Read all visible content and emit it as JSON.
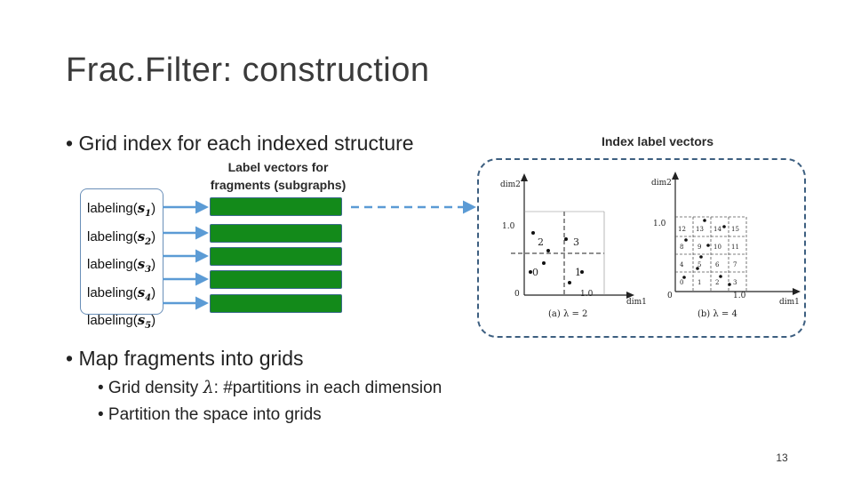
{
  "slide": {
    "title": "Frac.Filter: construction",
    "bullets": {
      "grid_index": "• Grid index for each indexed structure",
      "map_fragments": "• Map fragments into grids",
      "grid_density_prefix": "• Grid density ",
      "grid_density_symbol": "λ",
      "grid_density_suffix": ": #partitions in each dimension",
      "partition": "• Partition the space into grids"
    },
    "page_number": "13"
  },
  "captions": {
    "label_vectors_line1": "Label vectors for",
    "label_vectors_line2": "fragments (subgraphs)",
    "index_label_vectors": "Index label vectors"
  },
  "labeling": {
    "prefix": "labeling(",
    "suffix": ")",
    "items": [
      {
        "var": "s",
        "sub": "1"
      },
      {
        "var": "s",
        "sub": "2"
      },
      {
        "var": "s",
        "sub": "3"
      },
      {
        "var": "s",
        "sub": "4"
      },
      {
        "var": "s",
        "sub": "5"
      }
    ]
  },
  "grid_a": {
    "y_axis": "dim2",
    "x_axis": "dim1",
    "y_tick": "1.0",
    "x_tick": "1.0",
    "origin": "0",
    "cells": [
      "0",
      "1",
      "2",
      "3"
    ],
    "caption": "(a)  λ = 2",
    "lambda": 2
  },
  "grid_b": {
    "y_axis": "dim2",
    "x_axis": "dim1",
    "y_tick": "1.0",
    "x_tick": "1.0",
    "origin": "0",
    "cells": [
      "0",
      "1",
      "2",
      "3",
      "4",
      "5",
      "6",
      "7",
      "8",
      "9",
      "10",
      "11",
      "12",
      "13",
      "14",
      "15"
    ],
    "caption": "(b)  λ = 4",
    "lambda": 4
  },
  "colors": {
    "bar_fill": "#138a1a",
    "arrow": "#5b9bd5",
    "dashed_border": "#3d5f80"
  }
}
